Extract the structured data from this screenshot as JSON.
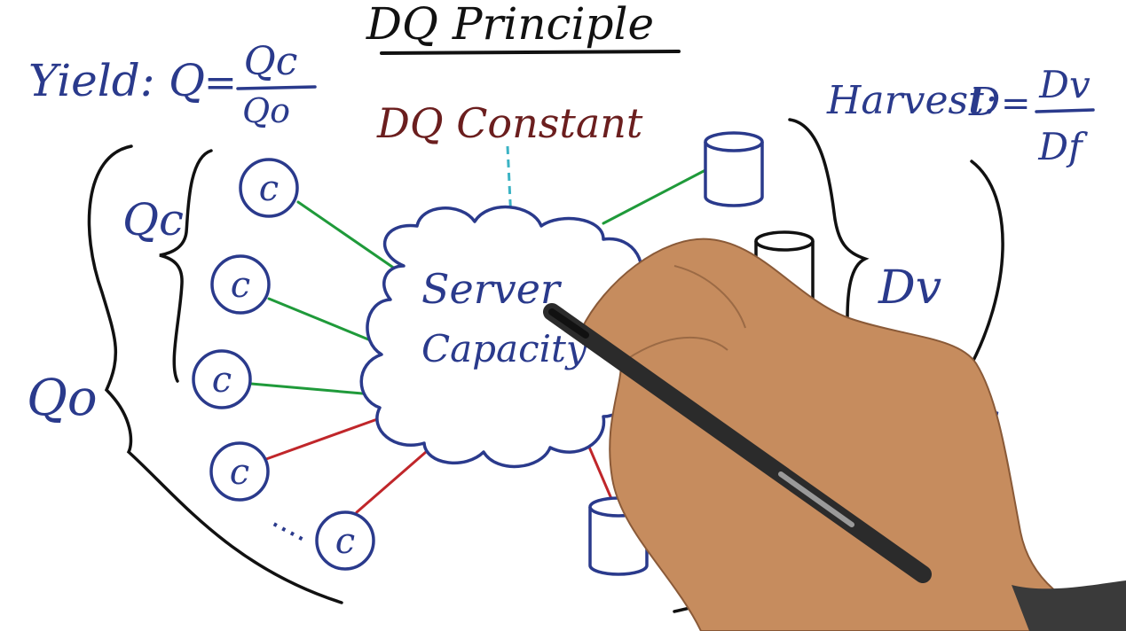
{
  "title": "DQ Principle",
  "yield": {
    "label": "Yield:",
    "var": "Q",
    "eq": "=",
    "num": "Qc",
    "den": "Qo"
  },
  "harvest": {
    "label": "Harvest:",
    "var": "D",
    "eq": "=",
    "num": "Dv",
    "den": "Df"
  },
  "constant_label": "DQ Constant",
  "server": {
    "line1": "Server",
    "line2": "Capacity"
  },
  "client_glyph": "c",
  "braces": {
    "qc": "Qc",
    "qo": "Qo",
    "dv": "Dv",
    "df": "Df"
  },
  "ellipsis": "····",
  "colors": {
    "ink_blue": "#2a3a8c",
    "ink_black": "#111111",
    "ink_maroon": "#6b1e1e",
    "link_green": "#1f9a3a",
    "link_red": "#c0262a",
    "link_dark": "#1b2a4a",
    "arrow_teal": "#3bb3c4",
    "hand": "#c68c5e",
    "pen": "#2b2b2b"
  }
}
